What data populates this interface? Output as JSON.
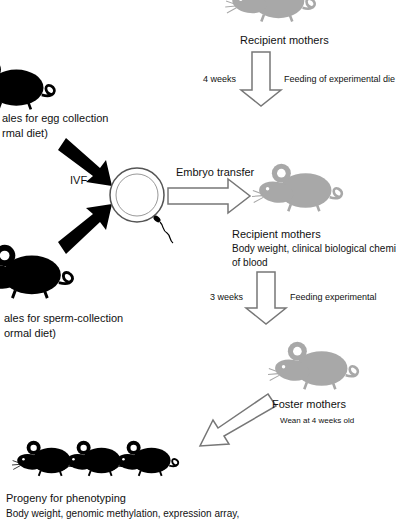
{
  "diagram": {
    "labels": [
      "Recipient mothers",
      "4 weeks",
      "Feeding of experimental die",
      "ales for egg collection",
      "rmal diet)",
      "IVF",
      "Embryo transfer",
      "Recipient mothers",
      "Body weight, clinical biological chemi",
      "of blood",
      "3 weeks",
      "Feeding experimental",
      "ales for sperm-collection",
      "ormal diet)",
      "Foster mothers",
      "Wean at 4 weeks old",
      "Progeny for phenotyping",
      "Body weight, genomic methylation, expression array,"
    ]
  }
}
